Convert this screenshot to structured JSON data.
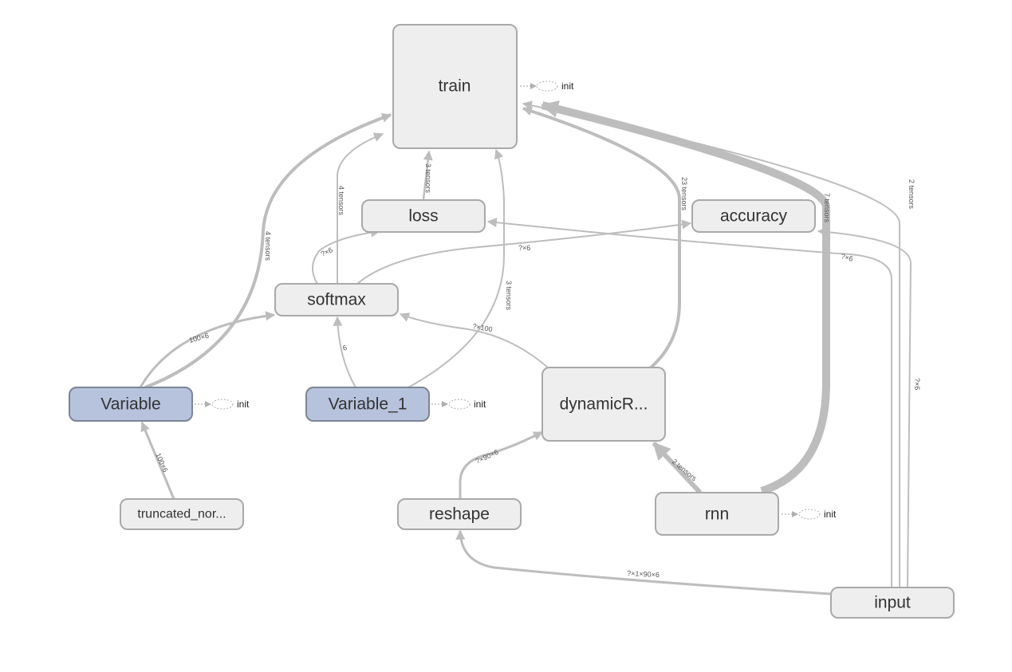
{
  "nodes": {
    "train": "train",
    "loss": "loss",
    "accuracy": "accuracy",
    "softmax": "softmax",
    "variable": "Variable",
    "variable_1": "Variable_1",
    "dynamic_rnn": "dynamicR...",
    "truncated_normal": "truncated_nor...",
    "reshape": "reshape",
    "rnn": "rnn",
    "input": "input"
  },
  "init_label": "init",
  "edge_labels": {
    "variable_train": "4 tensors",
    "softmax_train": "4 tensors",
    "loss_train": "3 tensors",
    "variable1_train": "3 tensors",
    "dynamic_train": "23 tensors",
    "rnn_train": "7 tensors",
    "input_train": "2 tensors",
    "softmax_loss": "?×6",
    "softmax_accuracy": "?×6",
    "input_loss": "?×6",
    "input_accuracy": "?×6",
    "variable_softmax": "100×6",
    "variable1_softmax": "6",
    "dynamic_softmax": "?×100",
    "truncated_variable": "100×6",
    "reshape_dynamic": "?×90×6",
    "rnn_dynamic": "2 tensors",
    "input_reshape": "?×1×90×6"
  },
  "colors": {
    "node_fill": "#eeeeee",
    "variable_fill": "#b7c3dd",
    "edge": "#bdbdbd"
  }
}
